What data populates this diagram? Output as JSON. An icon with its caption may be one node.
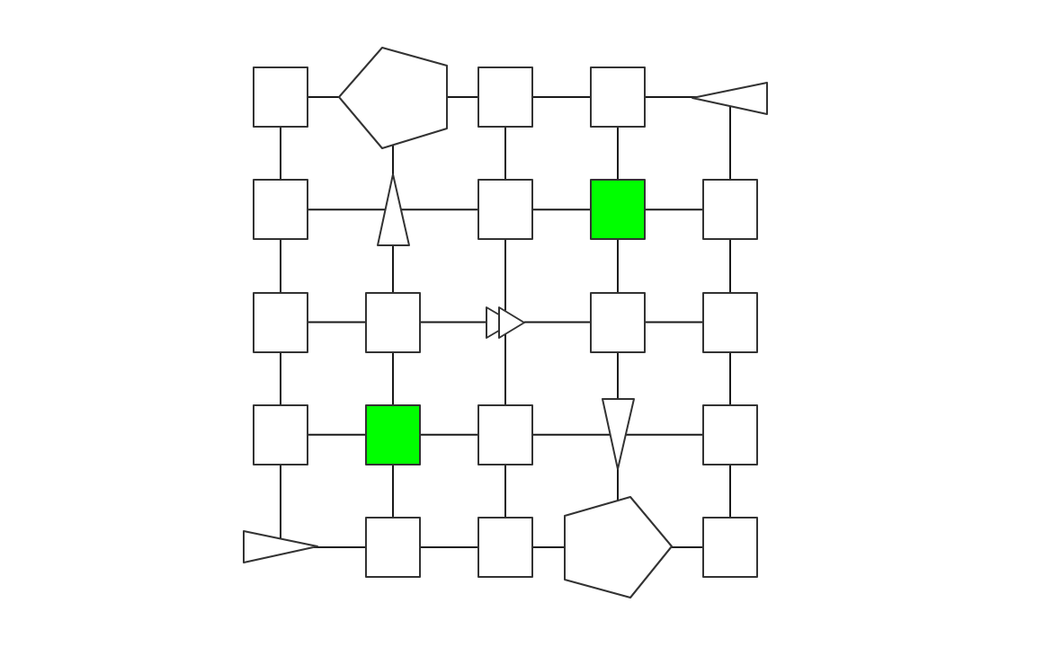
{
  "diagram": {
    "nodes": [
      {
        "text": [],
        "shape": "box"
      },
      {
        "text": [],
        "shape": "pentagon"
      },
      {
        "text": [],
        "shape": "box"
      },
      {
        "text": [],
        "shape": "box"
      },
      {
        "text": [],
        "shape": "triangle"
      },
      {
        "text": [],
        "shape": "box"
      },
      {
        "text": [],
        "shape": "triangle"
      },
      {
        "text": [],
        "shape": "box"
      },
      {
        "text": [],
        "shape": "box"
      },
      {
        "text": [],
        "shape": "box"
      },
      {
        "text": [],
        "shape": "box"
      },
      {
        "text": [],
        "shape": "box"
      },
      {
        "text": [],
        "shape": "triangle"
      },
      {
        "text": [],
        "shape": "box"
      },
      {
        "text": [],
        "shape": "box"
      },
      {
        "text": [],
        "shape": "box"
      },
      {
        "text": [],
        "shape": "box"
      },
      {
        "text": [],
        "shape": "box"
      },
      {
        "text": [],
        "shape": "triangle"
      },
      {
        "text": [],
        "shape": "box"
      },
      {
        "text": [],
        "shape": "triangle"
      },
      {
        "text": [],
        "shape": "box"
      },
      {
        "text": [],
        "shape": "box"
      },
      {
        "text": [],
        "shape": "pentagon"
      },
      {
        "text": [],
        "shape": "box"
      }
    ],
    "edges": [
      {
        "from": 0,
        "to": 1,
        "arrow": "none"
      },
      {
        "from": 1,
        "to": 2,
        "arrow": "none"
      },
      {
        "from": 2,
        "to": 3,
        "arrow": "none"
      },
      {
        "from": 3,
        "to": 4,
        "arrow": "none"
      },
      {
        "from": 5,
        "to": 6,
        "arrow": "none"
      },
      {
        "from": 6,
        "to": 7,
        "arrow": "none"
      },
      {
        "from": 7,
        "to": 8,
        "arrow": "none"
      },
      {
        "from": 8,
        "to": 9,
        "arrow": "none"
      },
      {
        "from": 10,
        "to": 11,
        "arrow": "none"
      },
      {
        "from": 11,
        "to": 12,
        "arrow": "none"
      },
      {
        "from": 12,
        "to": 13,
        "arrow": "none"
      },
      {
        "from": 13,
        "to": 14,
        "arrow": "none"
      },
      {
        "from": 15,
        "to": 16,
        "arrow": "none"
      },
      {
        "from": 16,
        "to": 17,
        "arrow": "none"
      },
      {
        "from": 17,
        "to": 18,
        "arrow": "none"
      },
      {
        "from": 18,
        "to": 19,
        "arrow": "none"
      },
      {
        "from": 20,
        "to": 21,
        "arrow": "none"
      },
      {
        "from": 21,
        "to": 22,
        "arrow": "none"
      },
      {
        "from": 22,
        "to": 23,
        "arrow": "none"
      },
      {
        "from": 23,
        "to": 24,
        "arrow": "none"
      },
      {
        "from": 0,
        "to": 5,
        "arrow": "none"
      },
      {
        "from": 5,
        "to": 10,
        "arrow": "none"
      },
      {
        "from": 10,
        "to": 15,
        "arrow": "none"
      },
      {
        "from": 15,
        "to": 20,
        "arrow": "none"
      },
      {
        "from": 1,
        "to": 6,
        "arrow": "none"
      },
      {
        "from": 6,
        "to": 11,
        "arrow": "none"
      },
      {
        "from": 11,
        "to": 16,
        "arrow": "none"
      },
      {
        "from": 16,
        "to": 21,
        "arrow": "none"
      },
      {
        "from": 2,
        "to": 7,
        "arrow": "none"
      },
      {
        "from": 7,
        "to": 12,
        "arrow": "none"
      },
      {
        "from": 12,
        "to": 17,
        "arrow": "none"
      },
      {
        "from": 17,
        "to": 22,
        "arrow": "none"
      },
      {
        "from": 3,
        "to": 8,
        "arrow": "none"
      },
      {
        "from": 8,
        "to": 13,
        "arrow": "none"
      },
      {
        "from": 13,
        "to": 18,
        "arrow": "none"
      },
      {
        "from": 18,
        "to": 23,
        "arrow": "none"
      },
      {
        "from": 4,
        "to": 9,
        "arrow": "none"
      },
      {
        "from": 9,
        "to": 14,
        "arrow": "none"
      },
      {
        "from": 14,
        "to": 19,
        "arrow": "none"
      },
      {
        "from": 19,
        "to": 24,
        "arrow": "none"
      }
    ]
  }
}
